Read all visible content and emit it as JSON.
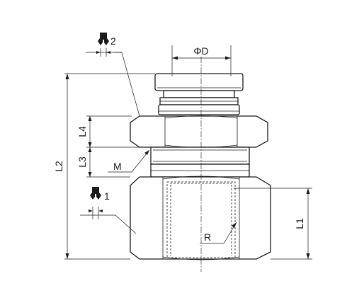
{
  "labels": {
    "diameter": "ΦD",
    "l1": "L1",
    "l2": "L2",
    "l3": "L3",
    "l4": "L4",
    "thread_m": "M",
    "thread_r": "R",
    "wrench_1": "1",
    "wrench_2": "2"
  },
  "icons": {
    "wrench": "open-end-wrench-icon"
  }
}
